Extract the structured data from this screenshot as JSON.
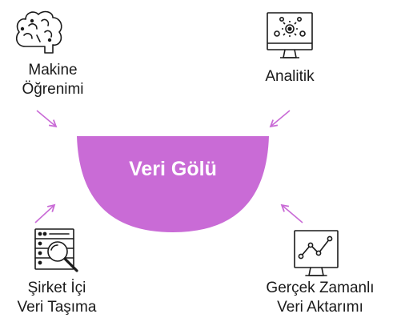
{
  "center": {
    "label": "Veri Gölü",
    "fill": "#c96bd6"
  },
  "arrow_color": "#c96bd6",
  "nodes": [
    {
      "id": "ml",
      "icon": "brain-icon",
      "lines": [
        "Makine",
        "Öğrenimi"
      ]
    },
    {
      "id": "analytics",
      "icon": "monitor-gears-icon",
      "lines": [
        "Analitik"
      ]
    },
    {
      "id": "onprem",
      "icon": "server-search-icon",
      "lines": [
        "Şirket İçi",
        "Veri Taşıma"
      ]
    },
    {
      "id": "realtime",
      "icon": "monitor-chart-icon",
      "lines": [
        "Gerçek Zamanlı",
        "Veri Aktarımı"
      ]
    }
  ]
}
